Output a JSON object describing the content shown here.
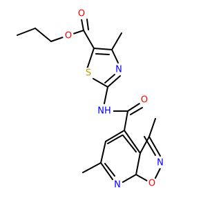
{
  "molecule": {
    "atoms": {
      "o_ester_carbonyl": {
        "symbol": "O",
        "color": "#ff0000"
      },
      "o_ester_ether": {
        "symbol": "O",
        "color": "#ff0000"
      },
      "s_thiazole": {
        "symbol": "S",
        "color": "#b2a000"
      },
      "n_thiazole": {
        "symbol": "N",
        "color": "#0000ff"
      },
      "nh_amide": {
        "symbol": "NH",
        "color": "#0000ff"
      },
      "o_amide": {
        "symbol": "O",
        "color": "#ff0000"
      },
      "n_isoxazole": {
        "symbol": "N",
        "color": "#0000ff"
      },
      "o_isoxazole": {
        "symbol": "O",
        "color": "#ff0000"
      },
      "n_pyridine": {
        "symbol": "N",
        "color": "#0000ff"
      }
    },
    "bond_color": "#000000"
  }
}
